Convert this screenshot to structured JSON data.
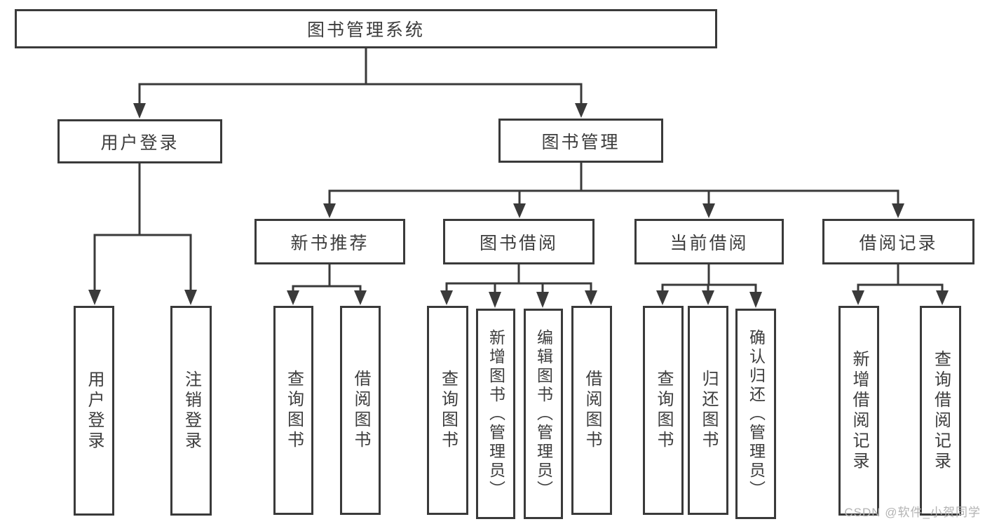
{
  "tree": {
    "root": {
      "label": "图书管理系统"
    },
    "user_login": {
      "label": "用户登录",
      "children": [
        {
          "label": "用户登录"
        },
        {
          "label": "注销登录"
        }
      ]
    },
    "book_management": {
      "label": "图书管理",
      "children": [
        {
          "label": "新书推荐",
          "children": [
            {
              "label": "查询图书"
            },
            {
              "label": "借阅图书"
            }
          ]
        },
        {
          "label": "图书借阅",
          "children": [
            {
              "label": "查询图书"
            },
            {
              "label": "新增图书（管理员）"
            },
            {
              "label": "编辑图书（管理员）"
            },
            {
              "label": "借阅图书"
            }
          ]
        },
        {
          "label": "当前借阅",
          "children": [
            {
              "label": "查询图书"
            },
            {
              "label": "归还图书"
            },
            {
              "label": "确认归还（管理员）"
            }
          ]
        },
        {
          "label": "借阅记录",
          "children": [
            {
              "label": "新增借阅记录"
            },
            {
              "label": "查询借阅记录"
            }
          ]
        }
      ]
    }
  },
  "watermark": {
    "text": "CSDN @软件_小贺同学"
  },
  "colors": {
    "line": "#3a3a3a",
    "text": "#3d3d3d",
    "watermark": "#b3b3b3",
    "background": "#ffffff"
  }
}
